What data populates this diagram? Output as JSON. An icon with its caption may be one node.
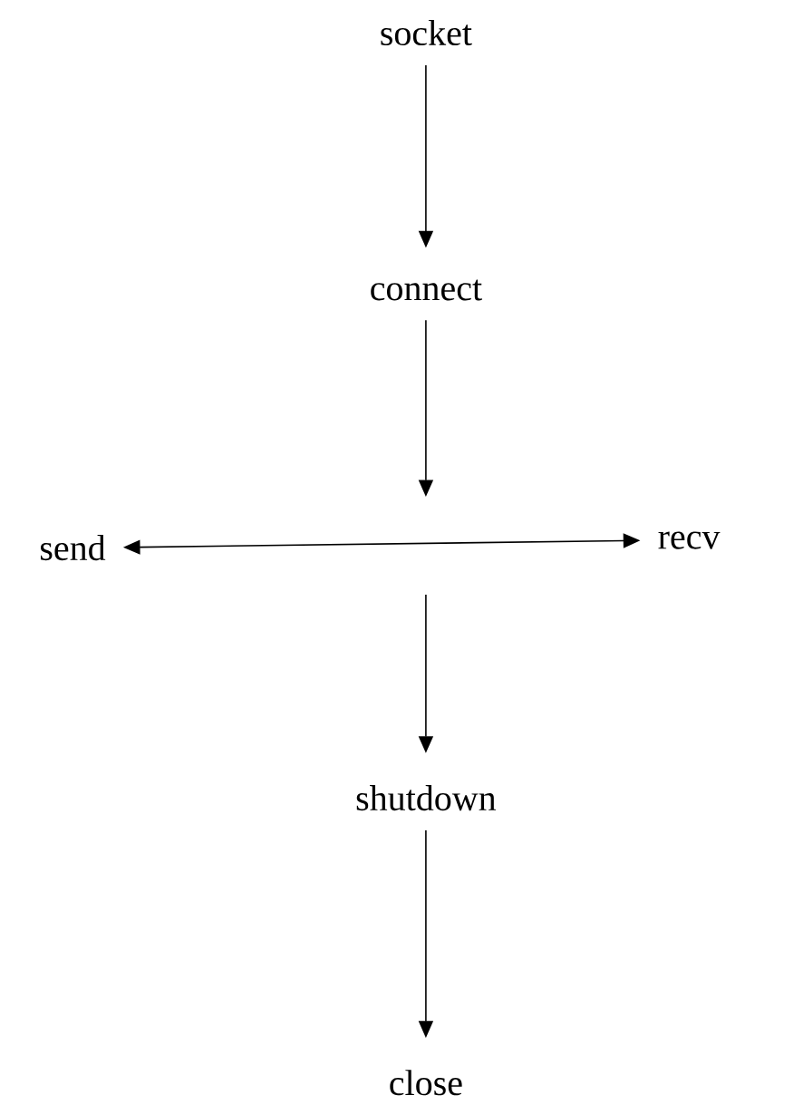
{
  "diagram": {
    "nodes": [
      {
        "text": [
          "socket"
        ]
      },
      {
        "text": [
          "connect"
        ]
      },
      {
        "text": [
          "send"
        ]
      },
      {
        "text": [
          "recv"
        ]
      },
      {
        "text": [
          "shutdown"
        ]
      },
      {
        "text": [
          "close"
        ]
      }
    ],
    "edges": [
      {
        "from": 0,
        "to": 1,
        "arrow": "to"
      },
      {
        "from": 1,
        "to": null,
        "arrow": "to"
      },
      {
        "from": 2,
        "to": 3,
        "arrow": "both"
      },
      {
        "from": null,
        "to": 4,
        "arrow": "to"
      },
      {
        "from": 4,
        "to": 5,
        "arrow": "to"
      }
    ]
  }
}
